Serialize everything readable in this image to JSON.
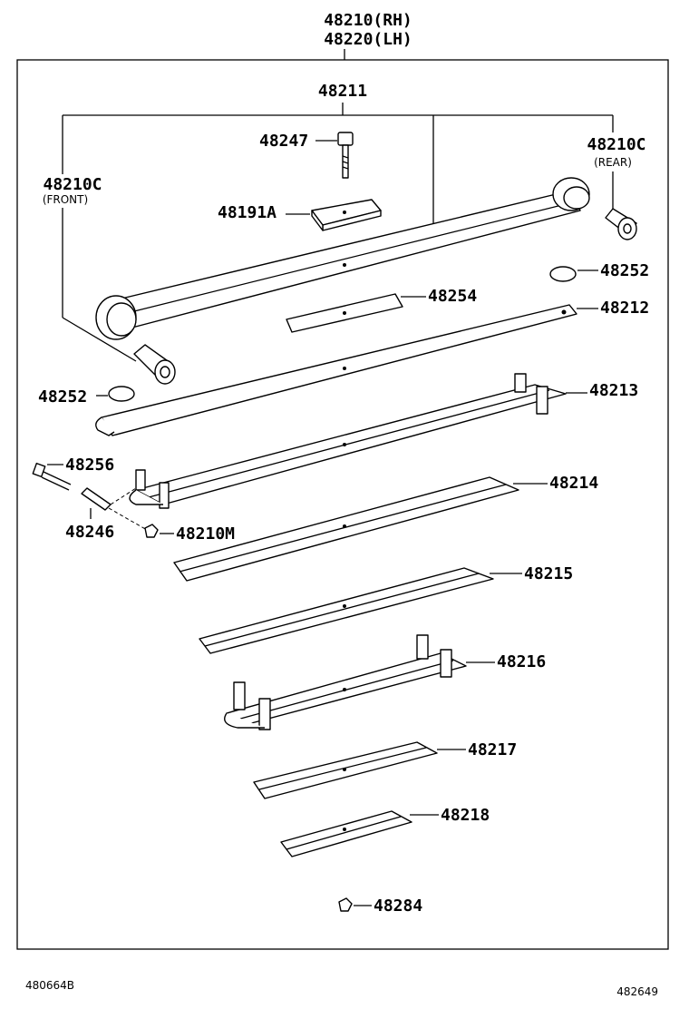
{
  "assembly": {
    "rh": "48210(RH)",
    "lh": "48220(LH)"
  },
  "labels": {
    "p48211": "48211",
    "p48247": "48247",
    "p48191a": "48191A",
    "p48210c_front": "48210C",
    "front_note": "(FRONT)",
    "p48210c_rear": "48210C",
    "rear_note": "(REAR)",
    "p48252_right": "48252",
    "p48254": "48254",
    "p48212": "48212",
    "p48252_left": "48252",
    "p48213": "48213",
    "p48256": "48256",
    "p48214": "48214",
    "p48246": "48246",
    "p48210m": "48210M",
    "p48215": "48215",
    "p48216": "48216",
    "p48217": "48217",
    "p48218": "48218",
    "p48284": "48284"
  },
  "footer": {
    "left_code": "480664B",
    "right_code": "482649"
  }
}
